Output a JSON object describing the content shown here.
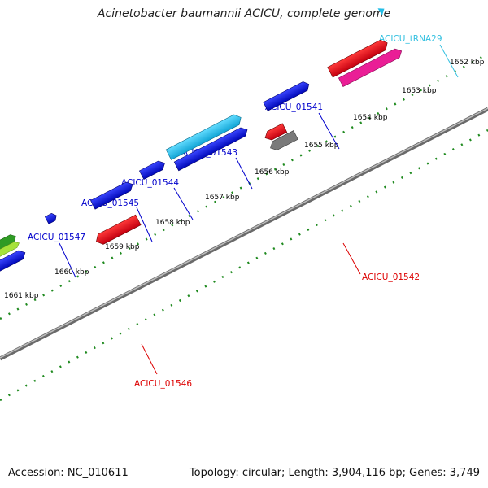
{
  "title": "Acinetobacter baumannii ACICU, complete genome",
  "footer": {
    "accession": "Accession: NC_010611",
    "summary": "Topology: circular; Length: 3,904,116 bp; Genes: 3,749"
  },
  "ticks": [
    "1652 kbp",
    "1653 kbp",
    "1654 kbp",
    "1655 kbp",
    "1656 kbp",
    "1657 kbp",
    "1658 kbp",
    "1659 kbp",
    "1660 kbp",
    "1661 kbp"
  ],
  "gene_labels": [
    {
      "name": "ACICU_tRNA29",
      "color": "#33c0e0"
    },
    {
      "name": "ACICU_01541",
      "color": "#0000cc"
    },
    {
      "name": "ACICU_01543",
      "color": "#0000cc"
    },
    {
      "name": "ACICU_01544",
      "color": "#0000cc"
    },
    {
      "name": "ACICU_01545",
      "color": "#0000cc"
    },
    {
      "name": "ACICU_01547",
      "color": "#0000cc"
    },
    {
      "name": "ACICU_01542",
      "color": "#dd0000"
    },
    {
      "name": "ACICU_01546",
      "color": "#dd0000"
    }
  ],
  "colors": {
    "forward": "#0a14d8",
    "reverse": "#e0141e",
    "trna": "#22bde6",
    "pink": "#ea1e96",
    "grey": "#7a7a7a",
    "green_dark": "#2f9b24",
    "green_light": "#a6e23a",
    "backbone": "#8a8a8a",
    "ruler": "#1f8a1f"
  }
}
